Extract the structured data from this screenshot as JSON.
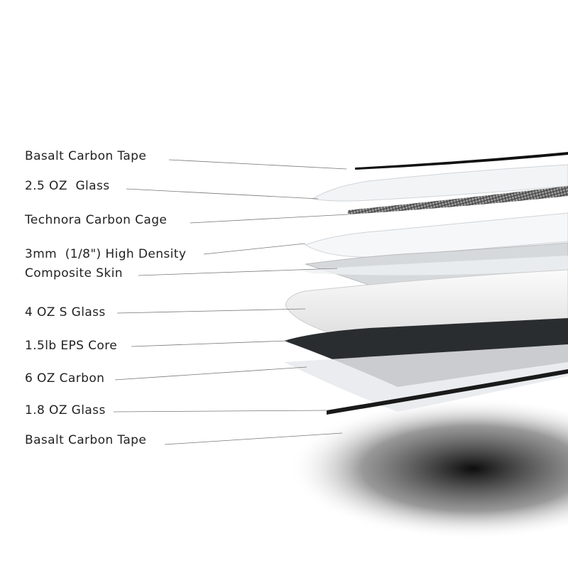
{
  "labels": [
    "Basalt Carbon Tape",
    "2.5 OZ  Glass",
    "Technora Carbon Cage",
    "3mm  (1/8\") High Density",
    "Composite Skin",
    "4 OZ S Glass",
    "1.5lb EPS Core",
    "6 OZ Carbon",
    "1.8 OZ Glass",
    "Basalt Carbon Tape"
  ]
}
